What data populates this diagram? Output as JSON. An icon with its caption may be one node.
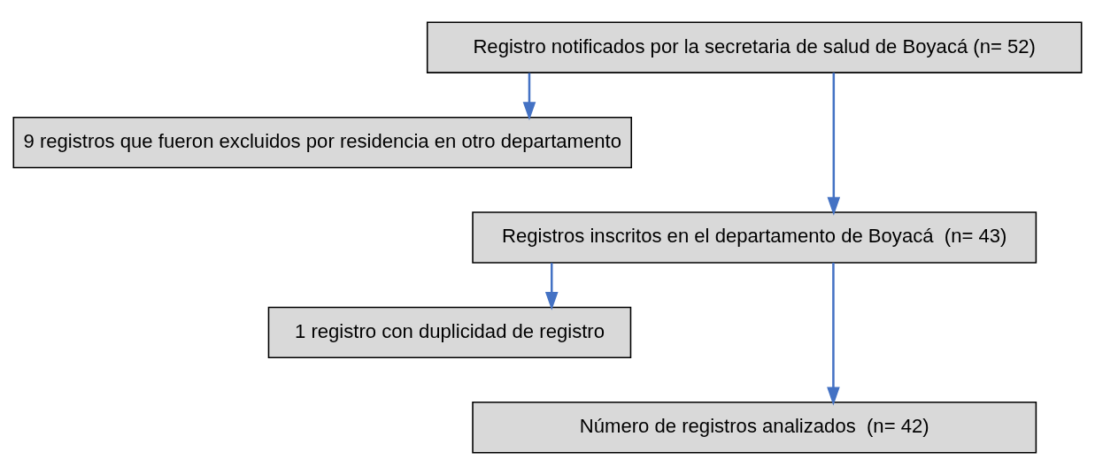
{
  "diagram": {
    "nodes": [
      {
        "text": [
          "Registro notificados por la secretaria de salud de Boyacá (n= 52)"
        ]
      },
      {
        "text": [
          "9 registros que fueron excluidos por residencia en otro departamento"
        ]
      },
      {
        "text": [
          "Registros inscritos en el departamento de Boyacá  (n= 43)"
        ]
      },
      {
        "text": [
          "1 registro con duplicidad de registro"
        ]
      },
      {
        "text": [
          "Número de registros analizados  (n= 42)"
        ]
      }
    ],
    "edges": [
      {
        "from": 0,
        "to": 1,
        "arrow": "to"
      },
      {
        "from": 0,
        "to": 2,
        "arrow": "to"
      },
      {
        "from": 2,
        "to": 3,
        "arrow": "to"
      },
      {
        "from": 2,
        "to": 4,
        "arrow": "to"
      }
    ]
  }
}
